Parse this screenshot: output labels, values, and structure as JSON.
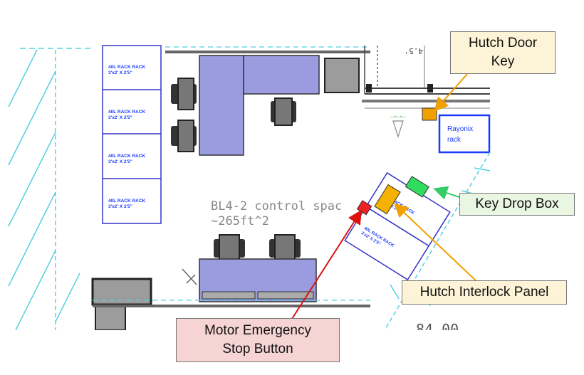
{
  "plan": {
    "title_line1": "BL4-2 control spac",
    "title_line2": "~265ft^2",
    "dimension_top": "4.5'",
    "dimension_bottom": "84.00",
    "rayonix_rack_line1": "Rayonix",
    "rayonix_rack_line2": "rack",
    "rack_label_line1": "40L RACK RACK",
    "rack_label_line2": "3'x2' X 2'5\""
  },
  "callouts": {
    "hutch_door_key_line1": "Hutch Door",
    "hutch_door_key_line2": "Key",
    "key_drop_box": "Key Drop Box",
    "hutch_interlock_panel": "Hutch Interlock Panel",
    "motor_stop_line1": "Motor Emergency",
    "motor_stop_line2": "Stop Button"
  },
  "colors": {
    "furniture": "#9b9be0",
    "rack_outline": "#3333cc",
    "hutch_key_marker": "#f0a000",
    "key_drop_marker": "#2fdc60",
    "interlock_marker": "#f5b000",
    "estop_marker": "#ee2222",
    "callout_yellow": "#fdf3d6",
    "callout_green": "#e8f6e2",
    "callout_pink": "#f6d4d4",
    "arrow_orange": "#f0a000",
    "arrow_green": "#33cc66",
    "arrow_red": "#dd1111"
  }
}
